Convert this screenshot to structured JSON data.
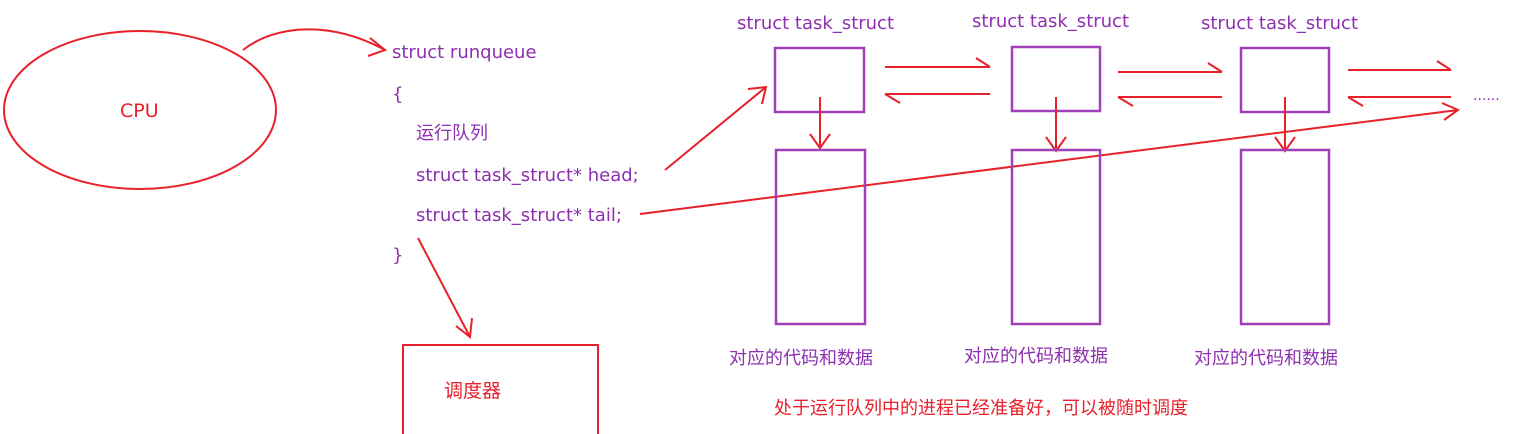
{
  "cpu": {
    "label": "CPU"
  },
  "runqueue": {
    "declaration": "struct runqueue",
    "open_brace": "{",
    "comment": "运行队列",
    "head_field": "struct task_struct* head;",
    "tail_field": "struct task_struct* tail;",
    "close_brace": "}"
  },
  "scheduler": {
    "label": "调度器"
  },
  "tasks": [
    {
      "title": "struct task_struct",
      "data_label": "对应的代码和数据"
    },
    {
      "title": "struct task_struct",
      "data_label": "对应的代码和数据"
    },
    {
      "title": "struct task_struct",
      "data_label": "对应的代码和数据"
    }
  ],
  "ellipsis": "......",
  "caption": "处于运行队列中的进程已经准备好，可以被随时调度",
  "colors": {
    "red": "#e8202a",
    "purple_text": "#8e2fb0",
    "purple_box": "#a040b8"
  }
}
